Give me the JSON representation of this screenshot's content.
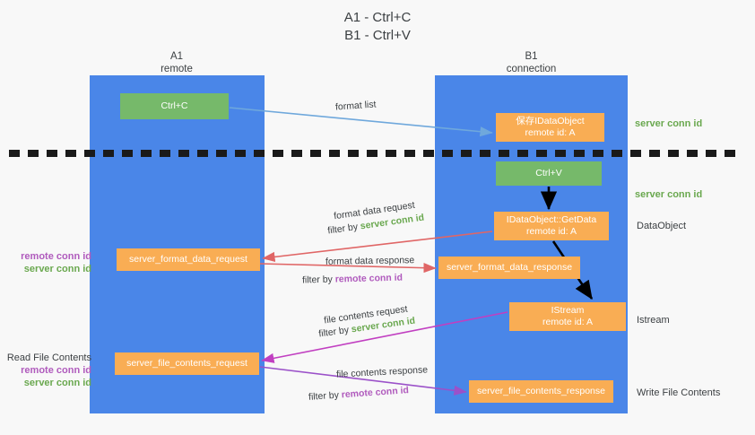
{
  "title": {
    "line1": "A1 - Ctrl+C",
    "line2": "B1 - Ctrl+V"
  },
  "lanes": [
    {
      "name": "A1",
      "sub": "remote",
      "color": "#4a86e8"
    },
    {
      "name": "B1",
      "sub": "connection",
      "color": "#4a86e8"
    }
  ],
  "colors": {
    "lane": "#4a86e8",
    "green_box": "#76b96a",
    "orange_box": "#f9ad54",
    "server_conn_text": "#6aa84f",
    "remote_conn_text": "#b05bbd",
    "blue_arrow": "#6fa8dc",
    "red_arrow": "#e06666",
    "magenta_arrow": "#c13fc1",
    "purple_arrow": "#9b51c9",
    "black_arrow": "#000000",
    "divider": "#1a1a1a",
    "background": "#f8f8f8"
  },
  "nodes": {
    "ctrl_c": {
      "line1": "Ctrl+C",
      "line2": ""
    },
    "save_idataobject": {
      "line1": "保存IDataObject",
      "line2": "remote id: A"
    },
    "ctrl_v": {
      "line1": "Ctrl+V",
      "line2": ""
    },
    "getdata": {
      "line1": "IDataObject::GetData",
      "line2": "remote id: A"
    },
    "istream": {
      "line1": "IStream",
      "line2": "remote id: A"
    },
    "server_format_data_request": {
      "line1": "server_format_data_request",
      "line2": ""
    },
    "server_format_data_response": {
      "line1": "server_format_data_response",
      "line2": ""
    },
    "server_file_contents_request": {
      "line1": "server_file_contents_request",
      "line2": ""
    },
    "server_file_contents_response": {
      "line1": "server_file_contents_response",
      "line2": ""
    }
  },
  "right_labels": {
    "server_conn_id_top": "server conn id",
    "server_conn_id_mid": "server conn id",
    "dataobject": "DataObject",
    "istream": "Istream",
    "write_file_contents": "Write File Contents"
  },
  "left_labels": {
    "group1": {
      "remote": "remote conn id",
      "server": "server conn id"
    },
    "group2": {
      "heading": "Read File Contents",
      "remote": "remote conn id",
      "server": "server conn id"
    }
  },
  "annotations": {
    "format_list": "format list",
    "format_data_request": "format data request",
    "filter_by": "filter by ",
    "server_conn_id": "server conn id",
    "remote_conn_id": "remote conn id",
    "format_data_response": "format data response",
    "file_contents_request": "file contents request",
    "file_contents_response": "file contents response"
  }
}
